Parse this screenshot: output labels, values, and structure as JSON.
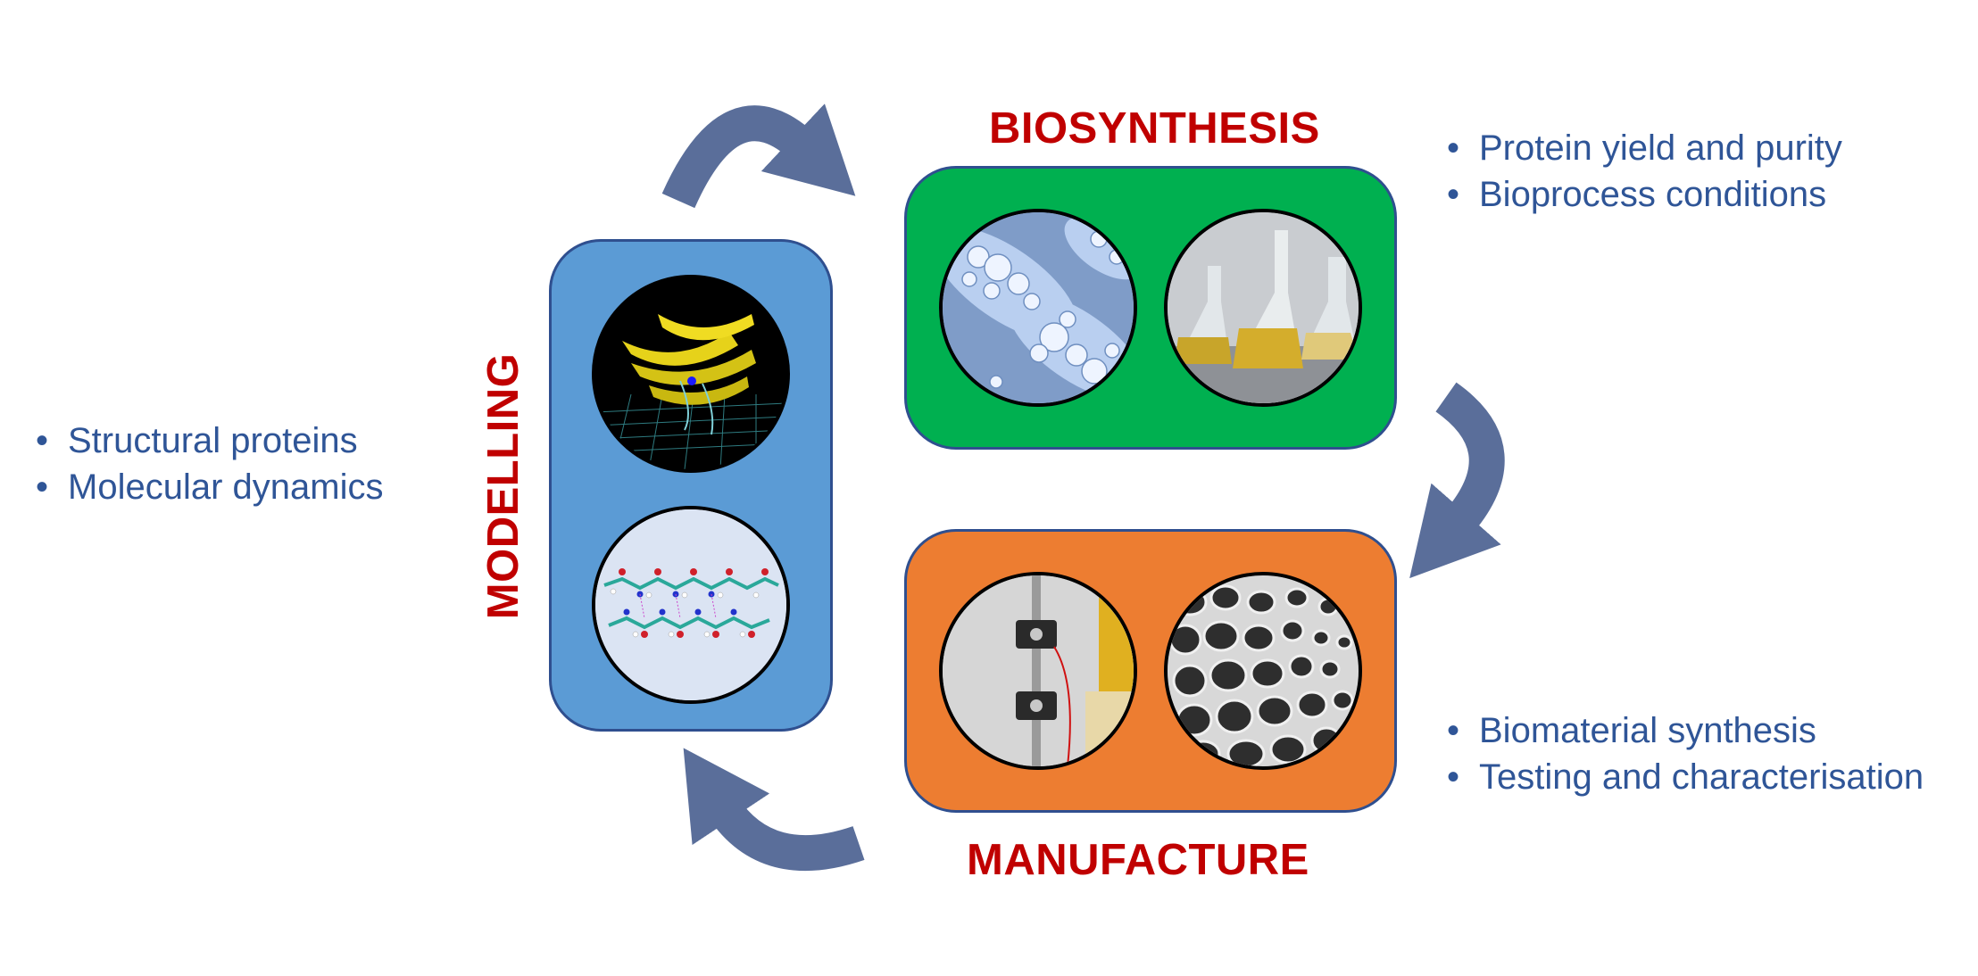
{
  "stages": {
    "modelling": {
      "title": "MODELLING",
      "bullets": [
        "Structural proteins",
        "Molecular dynamics"
      ],
      "images": [
        "protein-structure-image",
        "molecular-chain-image"
      ],
      "color": "#5b9bd5"
    },
    "biosynthesis": {
      "title": "BIOSYNTHESIS",
      "bullets": [
        "Protein yield and purity",
        "Bioprocess conditions"
      ],
      "images": [
        "cell-microscopy-image",
        "culture-flasks-image"
      ],
      "color": "#00b050"
    },
    "manufacture": {
      "title": "MANUFACTURE",
      "bullets": [
        "Biomaterial synthesis",
        "Testing and characterisation"
      ],
      "images": [
        "tensile-tester-image",
        "porous-scaffold-image"
      ],
      "color": "#ed7d31"
    }
  },
  "colors": {
    "title": "#c00000",
    "bullet_text": "#2f5597",
    "arrow": "#5a6e9a",
    "border": "#2f4f8f"
  },
  "icons": [
    "cycle-arrow-icon"
  ]
}
